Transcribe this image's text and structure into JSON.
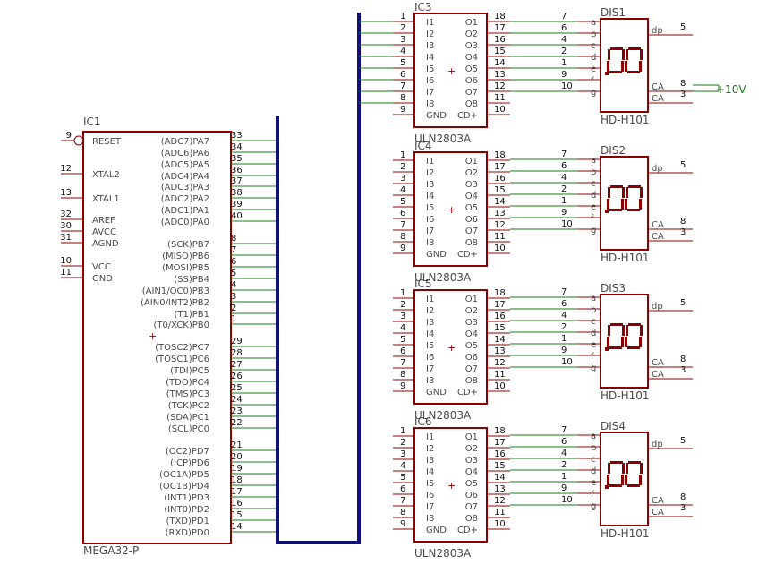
{
  "colors": {
    "outline": "#8b0000",
    "wire": "#1a7a1a",
    "bus": "#10107a",
    "text": "#4a4a4a",
    "pin_number": "#111111"
  },
  "mcu": {
    "name": "IC1",
    "value": "MEGA32-P",
    "left_pins": [
      {
        "num": "9",
        "label": "RESET"
      },
      {
        "num": "12",
        "label": "XTAL2"
      },
      {
        "num": "13",
        "label": "XTAL1"
      },
      {
        "num": "32",
        "label": "AREF"
      },
      {
        "num": "30",
        "label": "AVCC"
      },
      {
        "num": "31",
        "label": "AGND"
      },
      {
        "num": "10",
        "label": "VCC"
      },
      {
        "num": "11",
        "label": "GND"
      }
    ],
    "right_pins": [
      {
        "num": "33",
        "label": "(ADC7)PA7"
      },
      {
        "num": "34",
        "label": "(ADC6)PA6"
      },
      {
        "num": "35",
        "label": "(ADC5)PA5"
      },
      {
        "num": "36",
        "label": "(ADC4)PA4"
      },
      {
        "num": "37",
        "label": "(ADC3)PA3"
      },
      {
        "num": "38",
        "label": "(ADC2)PA2"
      },
      {
        "num": "39",
        "label": "(ADC1)PA1"
      },
      {
        "num": "40",
        "label": "(ADC0)PA0"
      },
      {
        "num": "8",
        "label": "(SCK)PB7"
      },
      {
        "num": "7",
        "label": "(MISO)PB6"
      },
      {
        "num": "6",
        "label": "(MOSI)PB5"
      },
      {
        "num": "5",
        "label": "(SS)PB4"
      },
      {
        "num": "4",
        "label": "(AIN1/OC0)PB3"
      },
      {
        "num": "3",
        "label": "(AIN0/INT2)PB2"
      },
      {
        "num": "2",
        "label": "(T1)PB1"
      },
      {
        "num": "1",
        "label": "(T0/XCK)PB0"
      },
      {
        "num": "29",
        "label": "(TOSC2)PC7"
      },
      {
        "num": "28",
        "label": "(TOSC1)PC6"
      },
      {
        "num": "27",
        "label": "(TDI)PC5"
      },
      {
        "num": "26",
        "label": "(TDO)PC4"
      },
      {
        "num": "25",
        "label": "(TMS)PC3"
      },
      {
        "num": "24",
        "label": "(TCK)PC2"
      },
      {
        "num": "23",
        "label": "(SDA)PC1"
      },
      {
        "num": "22",
        "label": "(SCL)PC0"
      },
      {
        "num": "21",
        "label": "(OC2)PD7"
      },
      {
        "num": "20",
        "label": "(ICP)PD6"
      },
      {
        "num": "19",
        "label": "(OC1A)PD5"
      },
      {
        "num": "18",
        "label": "(OC1B)PD4"
      },
      {
        "num": "17",
        "label": "(INT1)PD3"
      },
      {
        "num": "16",
        "label": "(INT0)PD2"
      },
      {
        "num": "15",
        "label": "(TXD)PD1"
      },
      {
        "num": "14",
        "label": "(RXD)PD0"
      }
    ]
  },
  "drivers": {
    "names": [
      "IC3",
      "IC4",
      "IC5",
      "IC6"
    ],
    "value": "ULN2803A",
    "left_pins": [
      {
        "num": "1",
        "label": "I1"
      },
      {
        "num": "2",
        "label": "I2"
      },
      {
        "num": "3",
        "label": "I3"
      },
      {
        "num": "4",
        "label": "I4"
      },
      {
        "num": "5",
        "label": "I5"
      },
      {
        "num": "6",
        "label": "I6"
      },
      {
        "num": "7",
        "label": "I7"
      },
      {
        "num": "8",
        "label": "I8"
      },
      {
        "num": "9",
        "label": "GND"
      }
    ],
    "right_pins": [
      {
        "num": "18",
        "label": "O1"
      },
      {
        "num": "17",
        "label": "O2"
      },
      {
        "num": "16",
        "label": "O3"
      },
      {
        "num": "15",
        "label": "O4"
      },
      {
        "num": "14",
        "label": "O5"
      },
      {
        "num": "13",
        "label": "O6"
      },
      {
        "num": "12",
        "label": "O7"
      },
      {
        "num": "11",
        "label": "O8"
      },
      {
        "num": "10",
        "label": "CD+"
      }
    ]
  },
  "displays": {
    "names": [
      "DIS1",
      "DIS2",
      "DIS3",
      "DIS4"
    ],
    "value": "HD-H101",
    "left_pins": [
      {
        "num": "7",
        "label": "a"
      },
      {
        "num": "6",
        "label": "b"
      },
      {
        "num": "4",
        "label": "c"
      },
      {
        "num": "2",
        "label": "d"
      },
      {
        "num": "1",
        "label": "e"
      },
      {
        "num": "9",
        "label": "f"
      },
      {
        "num": "10",
        "label": "g"
      }
    ],
    "right_pins": [
      {
        "num": "5",
        "label": "dp"
      },
      {
        "num": "8",
        "label": "CA"
      },
      {
        "num": "3",
        "label": "CA"
      }
    ]
  },
  "supply_label": "+10V"
}
